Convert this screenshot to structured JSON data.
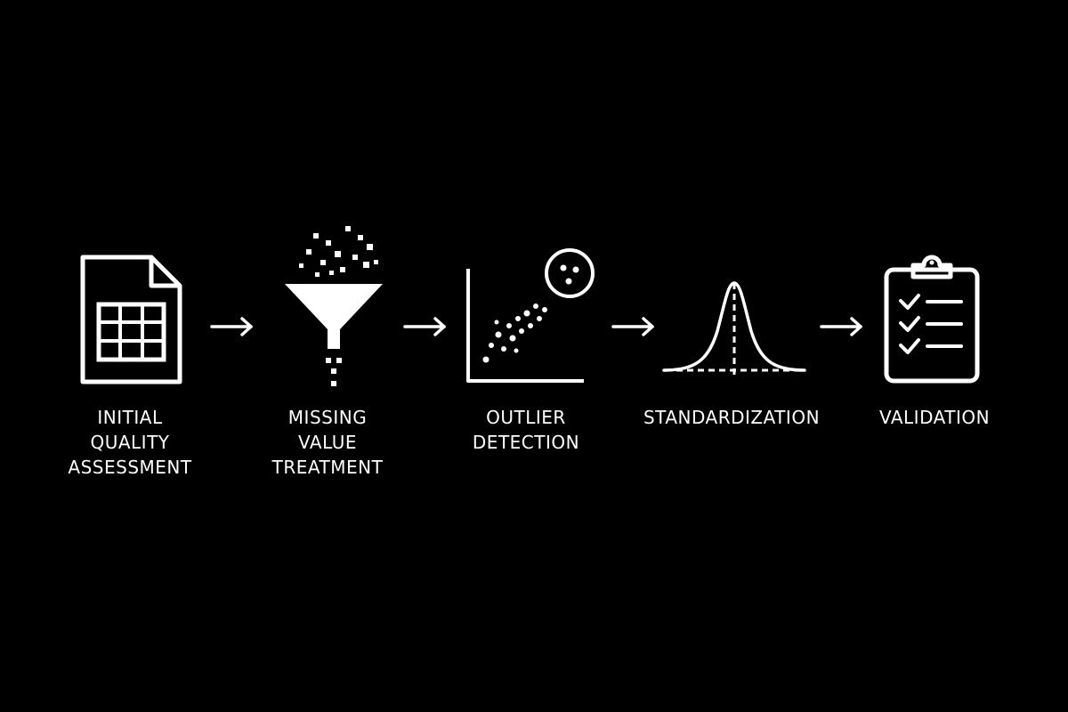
{
  "colors": {
    "background": "#000000",
    "foreground": "#ffffff"
  },
  "steps": [
    {
      "label": "INITIAL\nQUALITY\nASSESSMENT",
      "icon": "spreadsheet-document-icon"
    },
    {
      "label": "MISSING\nVALUE\nTREATMENT",
      "icon": "funnel-filter-icon"
    },
    {
      "label": "OUTLIER\nDETECTION",
      "icon": "scatter-plot-outlier-icon"
    },
    {
      "label": "STANDARDIZATION",
      "icon": "bell-curve-icon"
    },
    {
      "label": "VALIDATION",
      "icon": "checklist-clipboard-icon"
    }
  ],
  "connectors": [
    {
      "icon": "arrow-right-icon"
    },
    {
      "icon": "arrow-right-icon"
    },
    {
      "icon": "arrow-right-icon"
    },
    {
      "icon": "arrow-right-icon"
    }
  ]
}
